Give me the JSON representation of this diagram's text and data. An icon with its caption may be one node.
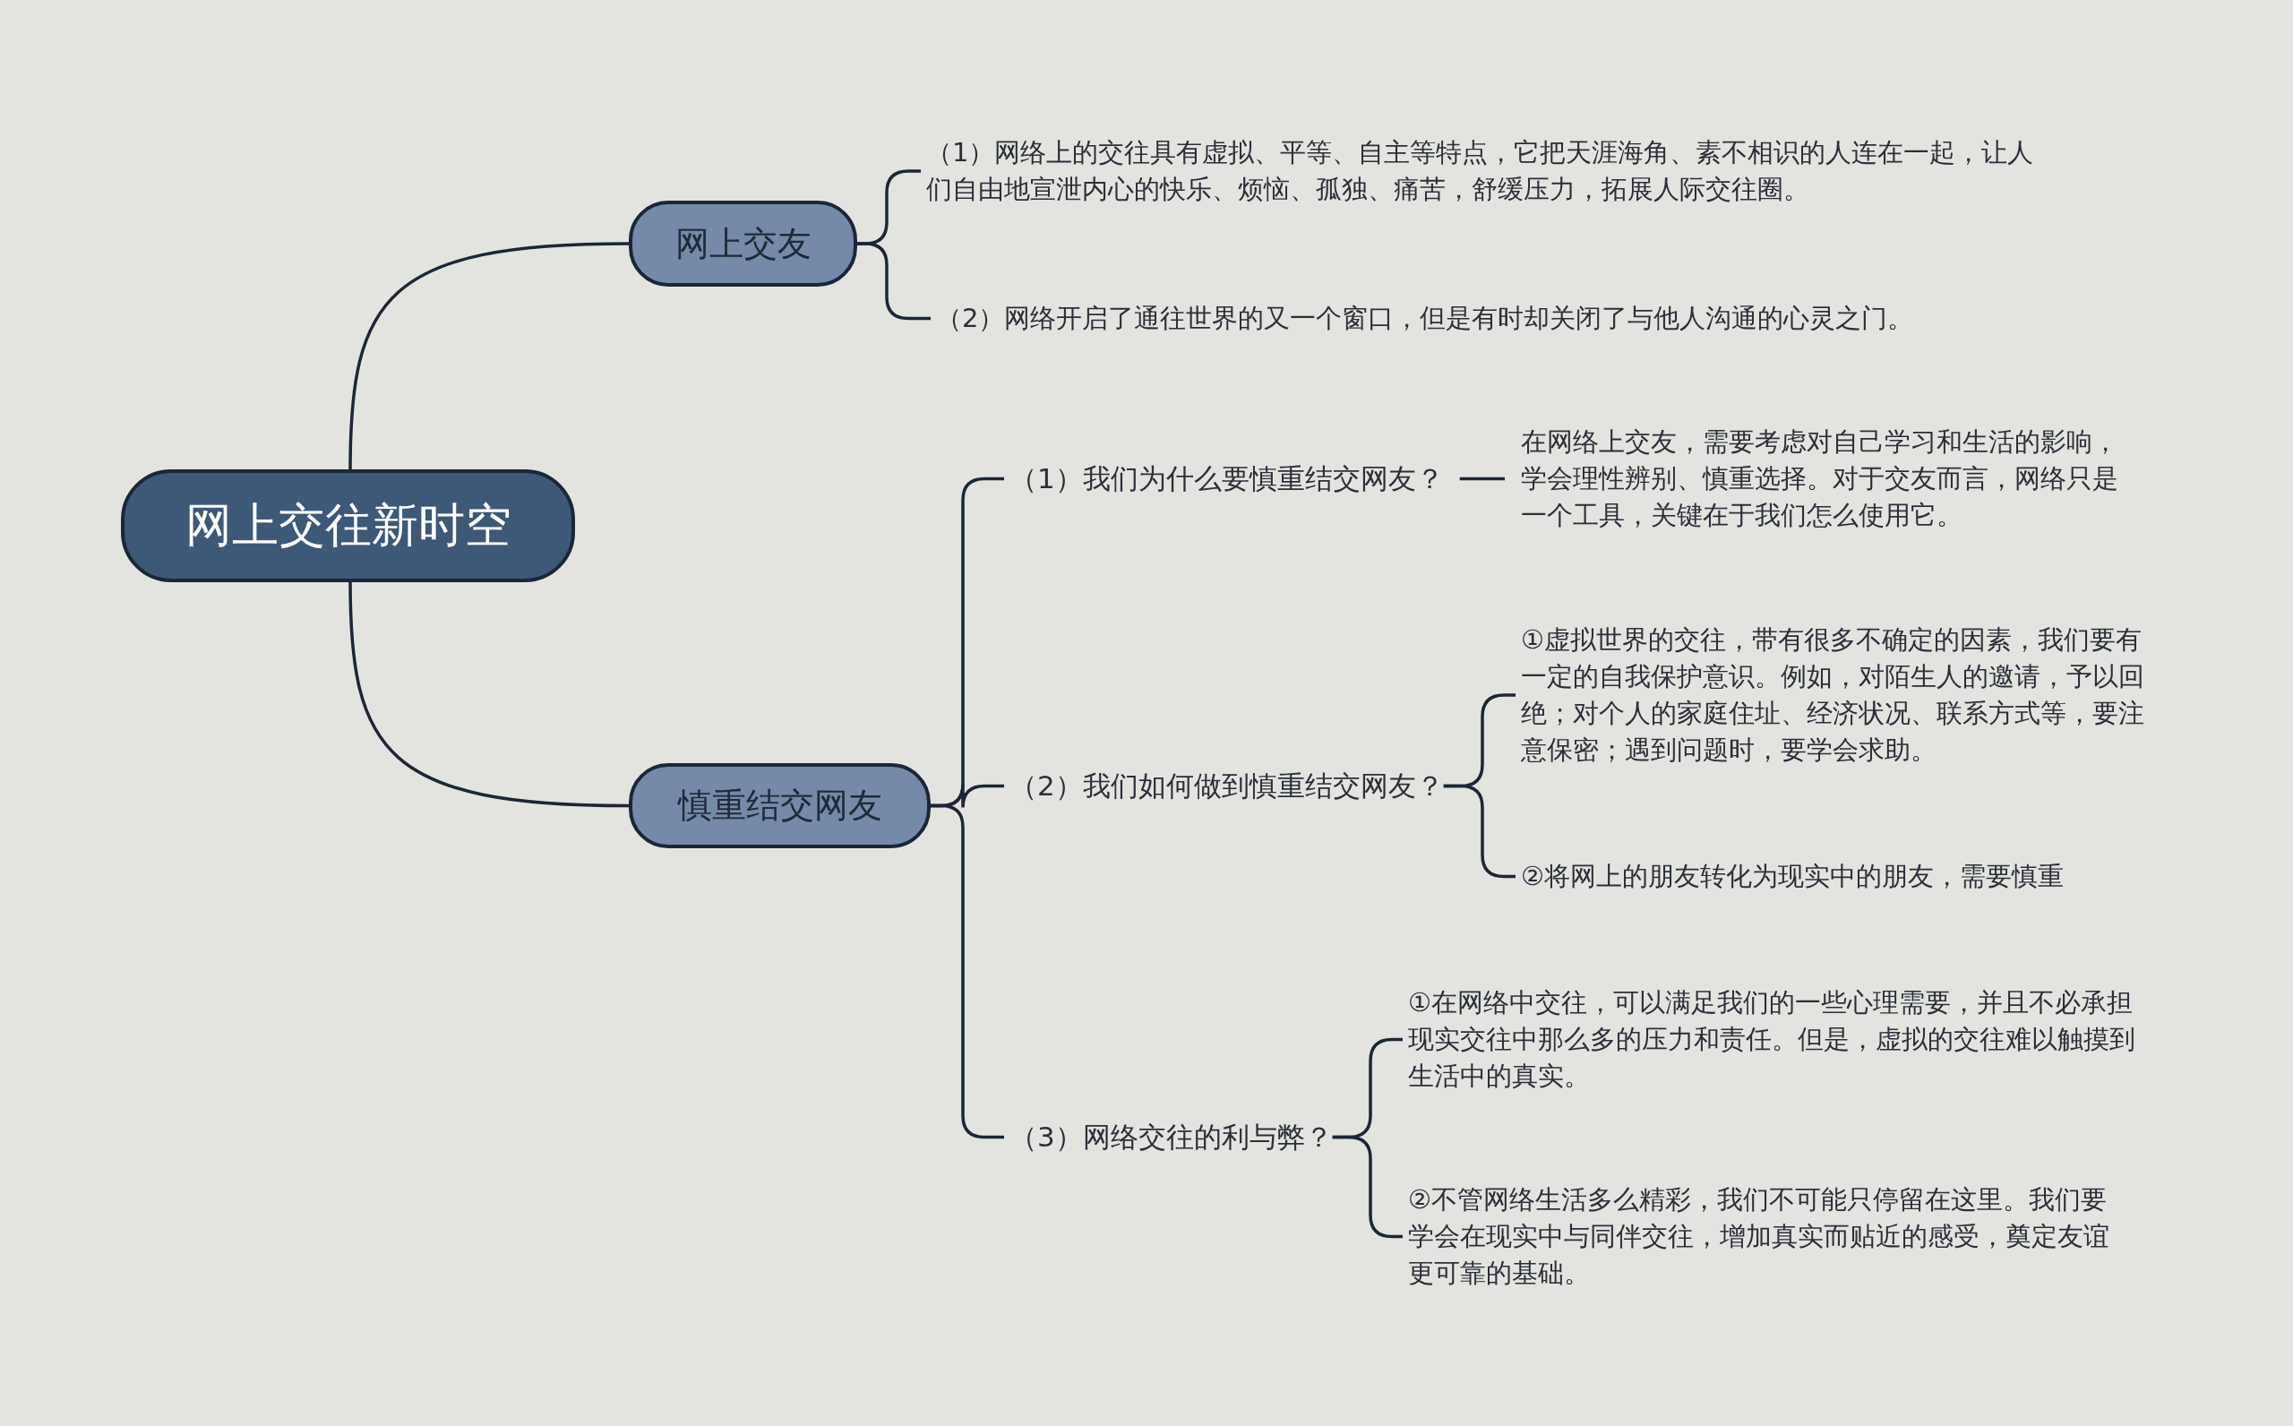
{
  "diagram": {
    "nodes": [
      {
        "text": [
          "网上交往新时空"
        ]
      },
      {
        "text": [
          "网上交友"
        ]
      },
      {
        "text": [
          "（1）网络上的交往具有虚拟、平等、自主等特点，它把天涯海角、素不相识的人连在一起，让人们自由地宣泄内心的快乐、烦恼、孤独、痛苦，舒缓压力，拓展人际交往圈。"
        ]
      },
      {
        "text": [
          "（2）网络开启了通往世界的又一个窗口，但是有时却关闭了与他人沟通的心灵之门。"
        ]
      },
      {
        "text": [
          "慎重结交网友"
        ]
      },
      {
        "text": [
          "（1）我们为什么要慎重结交网友？"
        ]
      },
      {
        "text": [
          "在网络上交友，需要考虑对自己学习和生活的影响，学会理性辨别、慎重选择。对于交友而言，网络只是一个工具，关键在于我们怎么使用它。"
        ]
      },
      {
        "text": [
          "（2）我们如何做到慎重结交网友？"
        ]
      },
      {
        "text": [
          "①虚拟世界的交往，带有很多不确定的因素，我们要有一定的自我保护意识。例如，对陌生人的邀请，予以回绝；对个人的家庭住址、经济状况、联系方式等，要注意保密；遇到问题时，要学会求助。"
        ]
      },
      {
        "text": [
          "②将网上的朋友转化为现实中的朋友，需要慎重"
        ]
      },
      {
        "text": [
          "（3）网络交往的利与弊？"
        ]
      },
      {
        "text": [
          "①在网络中交往，可以满足我们的一些心理需要，并且不必承担现实交往中那么多的压力和责任。但是，虚拟的交往难以触摸到生活中的真实。"
        ]
      },
      {
        "text": [
          "②不管网络生活多么精彩，我们不可能只停留在这里。我们要学会在现实中与同伴交往，增加真实而贴近的感受，奠定友谊更可靠的基础。"
        ]
      }
    ],
    "edges": [
      {
        "from": 0,
        "to": 1,
        "arrow": "none"
      },
      {
        "from": 1,
        "to": 2,
        "arrow": "none"
      },
      {
        "from": 1,
        "to": 3,
        "arrow": "none"
      },
      {
        "from": 0,
        "to": 4,
        "arrow": "none"
      },
      {
        "from": 4,
        "to": 5,
        "arrow": "none"
      },
      {
        "from": 4,
        "to": 7,
        "arrow": "none"
      },
      {
        "from": 4,
        "to": 10,
        "arrow": "none"
      },
      {
        "from": 5,
        "to": 6,
        "arrow": "none"
      },
      {
        "from": 7,
        "to": 8,
        "arrow": "none"
      },
      {
        "from": 7,
        "to": 9,
        "arrow": "none"
      },
      {
        "from": 10,
        "to": 11,
        "arrow": "none"
      },
      {
        "from": 10,
        "to": 12,
        "arrow": "none"
      }
    ]
  }
}
